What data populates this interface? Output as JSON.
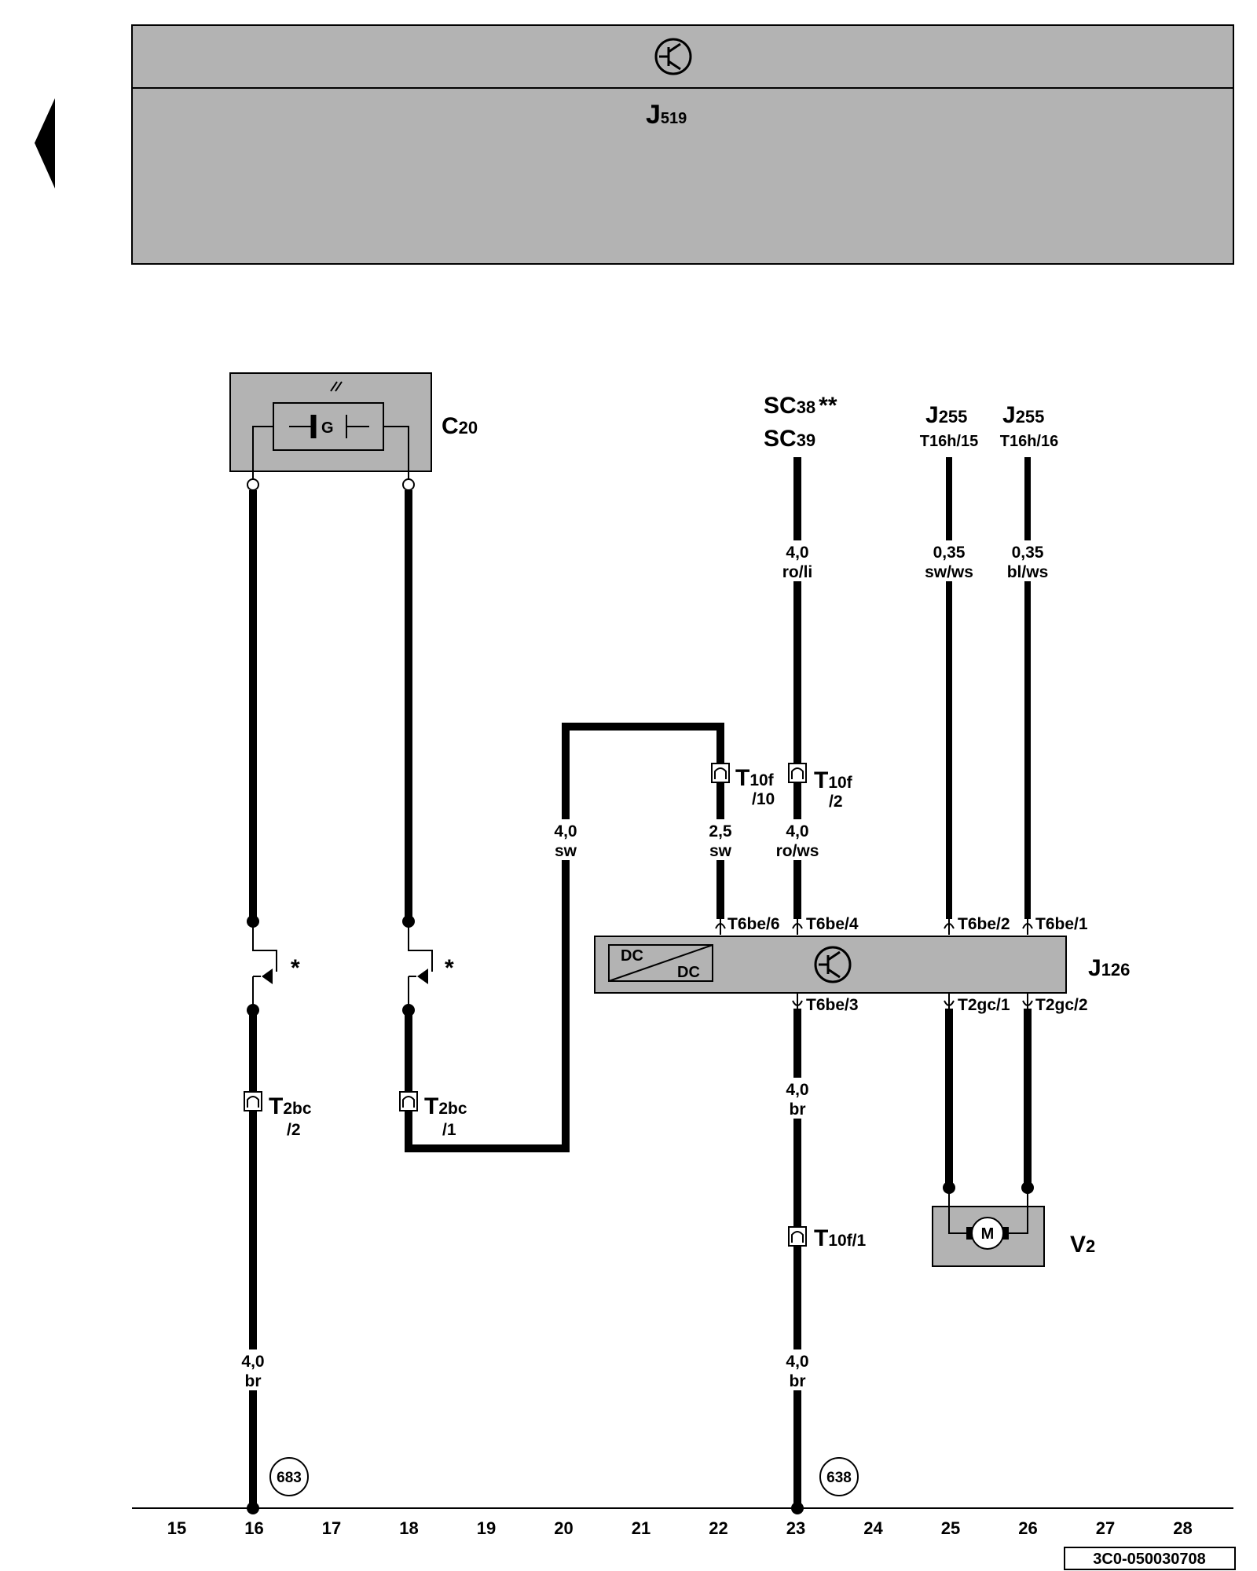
{
  "header": {
    "module_label": "J",
    "module_sub": "519",
    "symbol_icon": "transistor-symbol-icon",
    "nav_icon": "back-arrow-icon"
  },
  "components": {
    "c20": {
      "label": "C",
      "sub": "20",
      "inner": "G",
      "icon": "solar-cell-icon"
    },
    "j126": {
      "label": "J",
      "sub": "126",
      "dc_top": "DC",
      "dc_bottom": "DC"
    },
    "v2": {
      "label": "V",
      "sub": "2",
      "motor": "M"
    }
  },
  "sources": {
    "sc38": {
      "label": "SC",
      "sub": "38",
      "mark": "**"
    },
    "sc39": {
      "label": "SC",
      "sub": "39"
    },
    "j255a": {
      "label": "J",
      "sub": "255",
      "pin": "T16h/15"
    },
    "j255b": {
      "label": "J",
      "sub": "255",
      "pin": "T16h/16"
    }
  },
  "wires": {
    "w16": {
      "size": "4,0",
      "color": "br"
    },
    "w20": {
      "size": "4,0",
      "color": "sw"
    },
    "w22": {
      "size": "2,5",
      "color": "sw"
    },
    "w23a": {
      "size": "4,0",
      "color": "ro/li"
    },
    "w23b": {
      "size": "4,0",
      "color": "ro/ws"
    },
    "w23c": {
      "size": "4,0",
      "color": "br"
    },
    "w23d": {
      "size": "4,0",
      "color": "br"
    },
    "w25": {
      "size": "0,35",
      "color": "sw/ws"
    },
    "w26": {
      "size": "0,35",
      "color": "bl/ws"
    }
  },
  "connectors": {
    "t10f10": {
      "label": "T",
      "sub": "10f",
      "pin": "/10"
    },
    "t10f2": {
      "label": "T",
      "sub": "10f",
      "pin": "/2"
    },
    "t10f1": {
      "label": "T",
      "sub": "10f/1"
    },
    "t2bc2": {
      "label": "T",
      "sub": "2bc",
      "pin": "/2"
    },
    "t2bc1": {
      "label": "T",
      "sub": "2bc",
      "pin": "/1"
    }
  },
  "pins": {
    "p6": "T6be/6",
    "p4": "T6be/4",
    "p2": "T6be/2",
    "p1": "T6be/1",
    "p3": "T6be/3",
    "pgc1": "T2gc/1",
    "pgc2": "T2gc/2"
  },
  "switch_mark": "*",
  "grounds": {
    "g683": "683",
    "g638": "638"
  },
  "grid": [
    "15",
    "16",
    "17",
    "18",
    "19",
    "20",
    "21",
    "22",
    "23",
    "24",
    "25",
    "26",
    "27",
    "28"
  ],
  "doc_code": "3C0-050030708"
}
